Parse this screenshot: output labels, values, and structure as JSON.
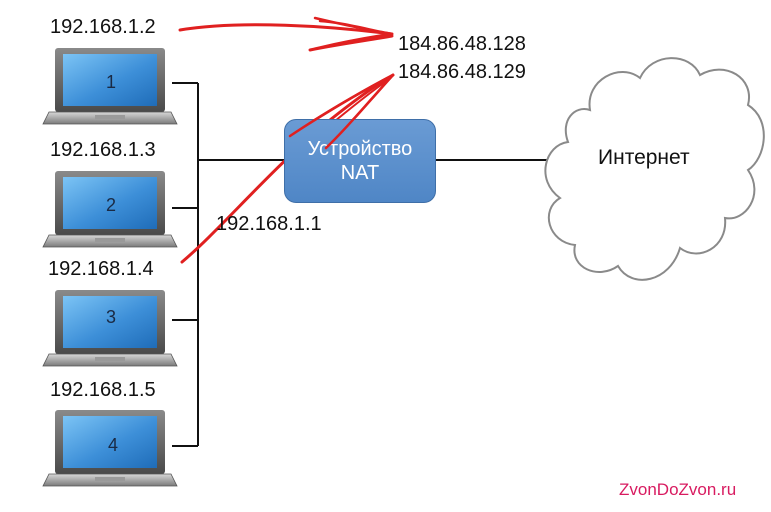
{
  "laptops": [
    {
      "number": "1",
      "ip": "192.168.1.2"
    },
    {
      "number": "2",
      "ip": "192.168.1.3"
    },
    {
      "number": "3",
      "ip": "192.168.1.4"
    },
    {
      "number": "4",
      "ip": "192.168.1.5"
    }
  ],
  "nat_device": {
    "line1": "Устройство",
    "line2": "NAT",
    "inner_ip": "192.168.1.1"
  },
  "public_ips": [
    "184.86.48.128",
    "184.86.48.129"
  ],
  "internet": {
    "label": "Интернет"
  },
  "watermark": "ZvonDoZvon.ru",
  "colors": {
    "nat_fill": "#5b8fd0",
    "annotation": "#e02020",
    "screen": "#3d8fd8",
    "watermark": "#d81b60"
  }
}
